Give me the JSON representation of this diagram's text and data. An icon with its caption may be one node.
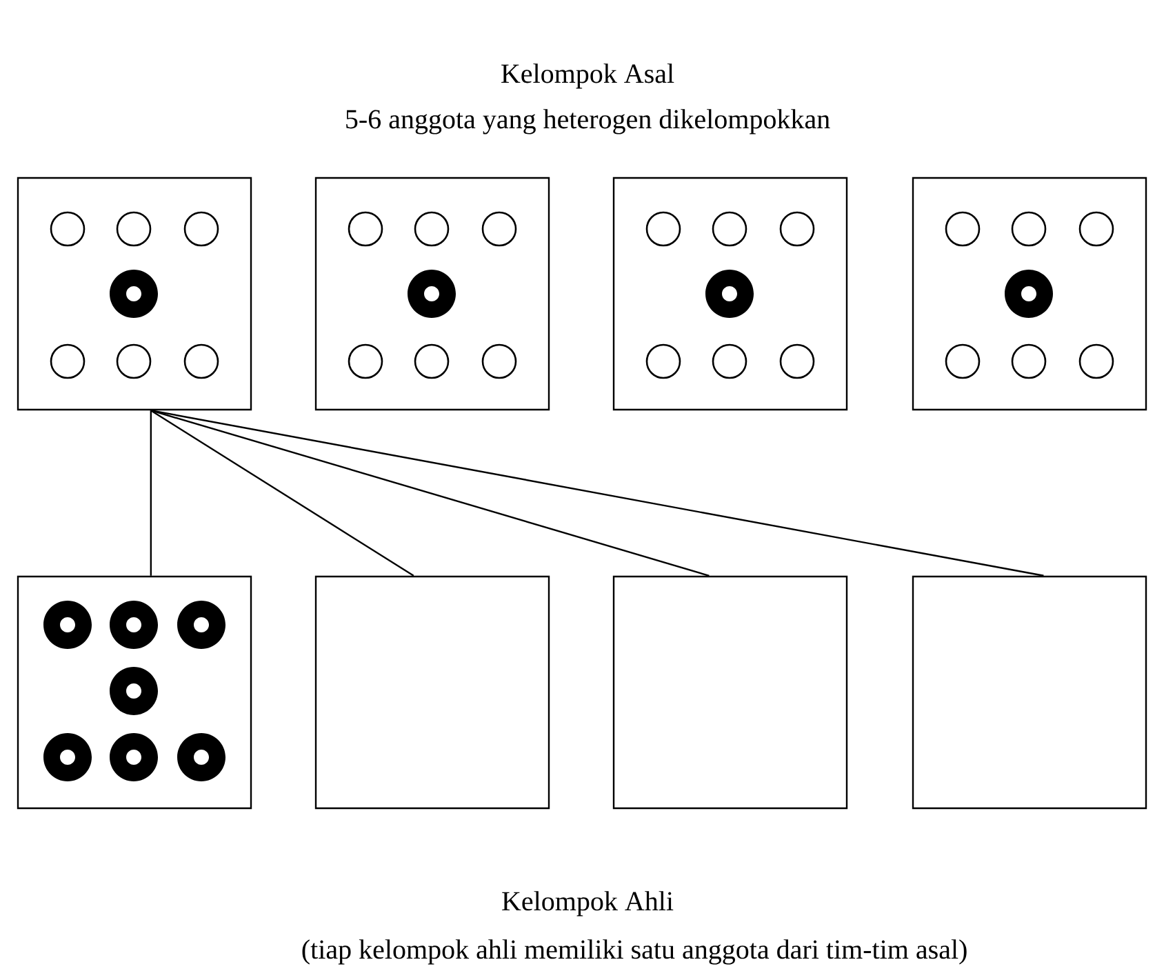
{
  "diagram": {
    "title": "Kelompok Asal",
    "nodes": [
      {
        "text": [],
        "shape": "box"
      },
      {
        "text": [],
        "shape": "box"
      },
      {
        "text": [],
        "shape": "box"
      },
      {
        "text": [],
        "shape": "box"
      },
      {
        "text": [],
        "shape": "box"
      },
      {
        "text": [],
        "shape": "box"
      },
      {
        "text": [],
        "shape": "box"
      },
      {
        "text": [],
        "shape": "box"
      }
    ],
    "edges": [
      {
        "from": 0,
        "to": 4,
        "arrow": "none"
      },
      {
        "from": 0,
        "to": 5,
        "arrow": "none"
      },
      {
        "from": 0,
        "to": 6,
        "arrow": "none"
      },
      {
        "from": 0,
        "to": 7,
        "arrow": "none"
      }
    ],
    "labels": [
      "5-6 anggota yang heterogen dikelompokkan",
      "Kelompok Ahli",
      "(tiap kelompok ahli memiliki satu anggota dari tim-tim asal)"
    ]
  }
}
